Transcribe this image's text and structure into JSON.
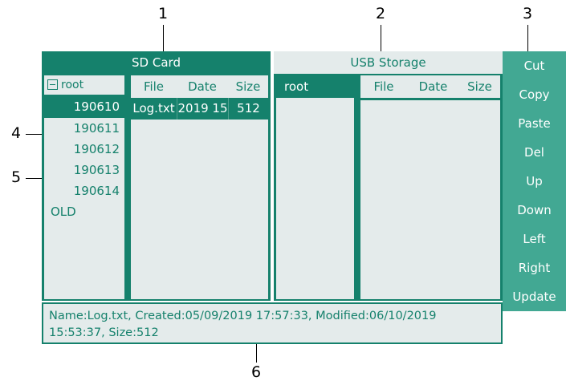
{
  "annotations": [
    {
      "id": "1",
      "label": "1"
    },
    {
      "id": "2",
      "label": "2"
    },
    {
      "id": "3",
      "label": "3"
    },
    {
      "id": "4",
      "label": "4"
    },
    {
      "id": "5",
      "label": "5"
    },
    {
      "id": "6",
      "label": "6"
    }
  ],
  "tabs": {
    "sd_card": "SD Card",
    "usb_storage": "USB Storage"
  },
  "sd_panel": {
    "tree": {
      "root_label": "root",
      "root_icon": "minus-box-icon",
      "items": [
        {
          "label": "190610",
          "selected": true
        },
        {
          "label": "190611",
          "selected": false
        },
        {
          "label": "190612",
          "selected": false
        },
        {
          "label": "190613",
          "selected": false
        },
        {
          "label": "190614",
          "selected": false
        },
        {
          "label": "OLD",
          "selected": false
        }
      ]
    },
    "table": {
      "columns": [
        "File",
        "Date",
        "Size"
      ],
      "rows": [
        {
          "file": "Log.txt",
          "date": "2019 15",
          "size": "512",
          "selected": true
        }
      ]
    }
  },
  "usb_panel": {
    "tree": {
      "root_label": "root",
      "root_selected": true,
      "items": []
    },
    "table": {
      "columns": [
        "File",
        "Date",
        "Size"
      ],
      "rows": []
    }
  },
  "statusbar": {
    "text": "Name:Log.txt, Created:05/09/2019 17:57:33, Modified:06/10/2019 15:53:37, Size:512"
  },
  "sidebar": {
    "buttons": [
      {
        "label": "Cut"
      },
      {
        "label": "Copy"
      },
      {
        "label": "Paste"
      },
      {
        "label": "Del"
      },
      {
        "label": "Up"
      },
      {
        "label": "Down"
      },
      {
        "label": "Left"
      },
      {
        "label": "Right"
      },
      {
        "label": "Update"
      }
    ]
  },
  "colors": {
    "primary_green": "#15816c",
    "light_green": "#42a893",
    "panel_bg": "#e4ebeb",
    "text_on_green": "#ffffff"
  }
}
